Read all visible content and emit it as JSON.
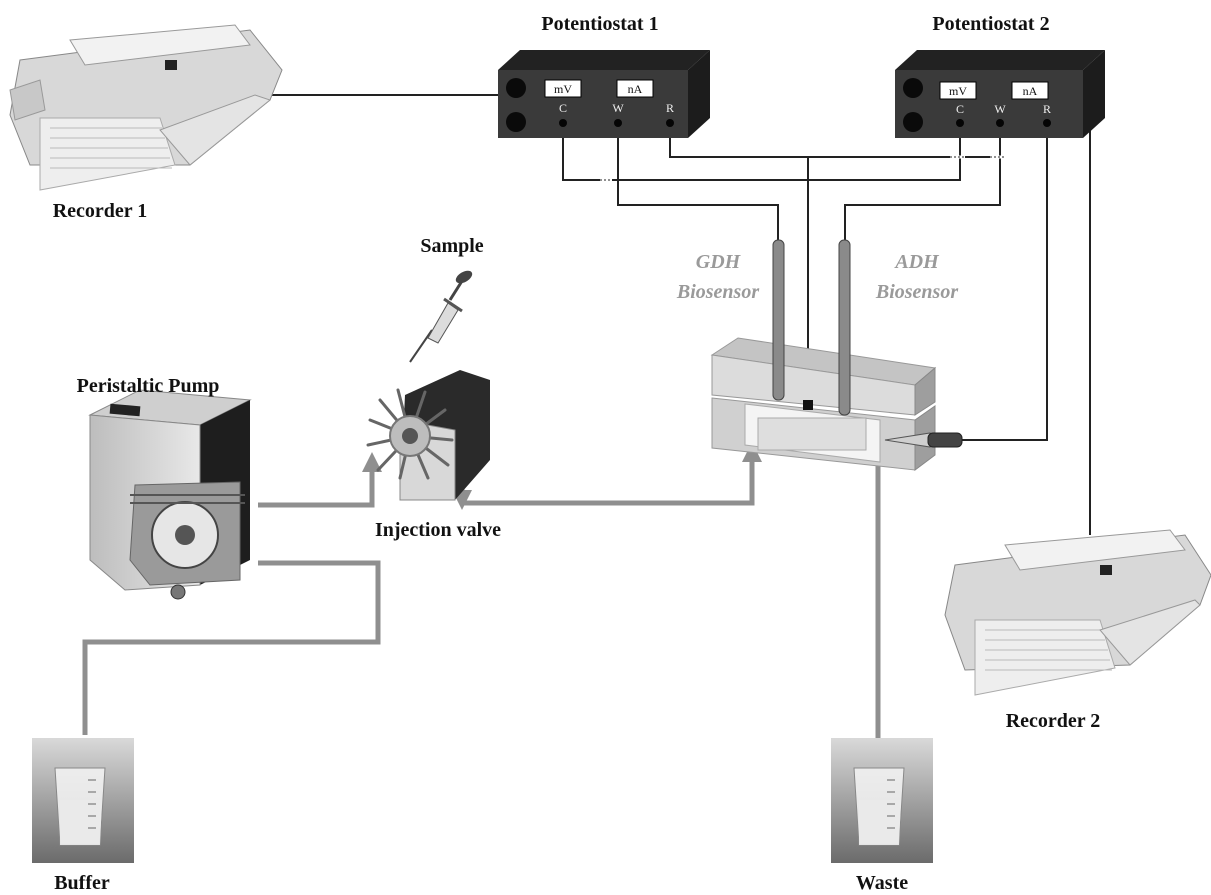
{
  "labels": {
    "potentiostat1": "Potentiostat 1",
    "potentiostat2": "Potentiostat 2",
    "recorder1": "Recorder 1",
    "recorder2": "Recorder 2",
    "sample": "Sample",
    "pump": "Peristaltic Pump",
    "valve": "Injection valve",
    "buffer": "Buffer",
    "waste": "Waste",
    "gdh_line1": "GDH",
    "gdh_line2": "Biosensor",
    "adh_line1": "ADH",
    "adh_line2": "Biosensor"
  },
  "potentiostat": {
    "mv": "mV",
    "na": "nA",
    "c": "C",
    "w": "W",
    "r": "R"
  },
  "icons": [
    "recorder-icon",
    "potentiostat-icon",
    "syringe-icon",
    "peristaltic-pump-icon",
    "injection-valve-icon",
    "flow-cell-icon",
    "beaker-icon"
  ],
  "colors": {
    "tubing": "#8f8f8f",
    "wire": "#222222",
    "instrument": "#3a3a3a",
    "sensor_label": "#9a9a9a"
  }
}
